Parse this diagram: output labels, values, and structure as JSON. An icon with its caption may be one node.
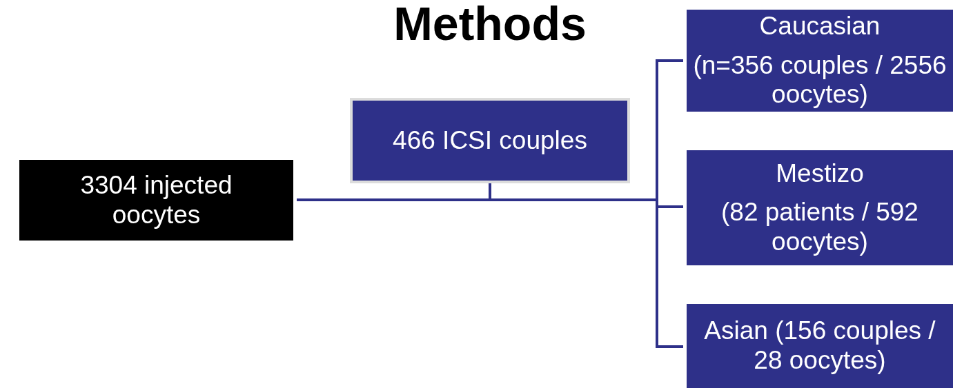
{
  "diagram": {
    "title": "Methods",
    "nodes": [
      {
        "text": [
          "3304 injected oocytes"
        ]
      },
      {
        "text": [
          "466 ICSI couples"
        ]
      },
      {
        "text": [
          "Caucasian",
          "(n=356 couples / 2556 oocytes)"
        ]
      },
      {
        "text": [
          "Mestizo",
          "(82 patients / 592 oocytes)"
        ]
      },
      {
        "text": [
          "Asian (156 couples / 28 oocytes)"
        ]
      }
    ],
    "edges": [
      {
        "from": 0,
        "to": 2,
        "arrow": "none"
      },
      {
        "from": 0,
        "to": 3,
        "arrow": "none"
      },
      {
        "from": 0,
        "to": 4,
        "arrow": "none"
      },
      {
        "from": 1,
        "to": 2,
        "arrow": "none"
      },
      {
        "from": 1,
        "to": 3,
        "arrow": "none"
      },
      {
        "from": 1,
        "to": 4,
        "arrow": "none"
      }
    ]
  }
}
